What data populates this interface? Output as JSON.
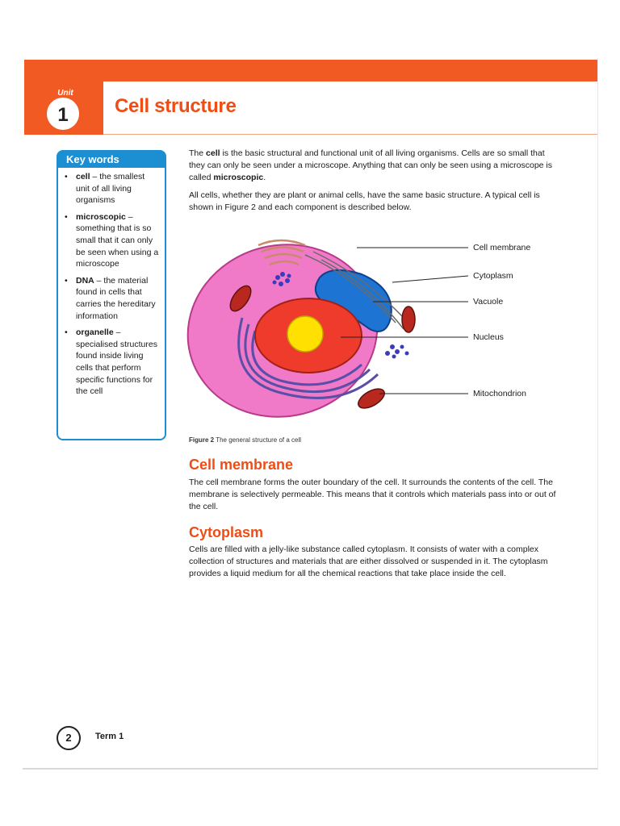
{
  "header": {
    "unit_label": "Unit",
    "unit_number": "1",
    "title": "Cell structure",
    "accent_color": "#f15a22"
  },
  "keywords": {
    "heading": "Key words",
    "items": [
      {
        "term": "cell",
        "definition": " – the smallest unit of all living organisms"
      },
      {
        "term": "microscopic",
        "definition": " – something that is so small that it can only be seen when using a microscope"
      },
      {
        "term": "DNA",
        "definition": " – the material found in cells that carries the hereditary information"
      },
      {
        "term": "organelle",
        "definition": " – specialised structures found inside living cells that perform specific functions for the cell"
      }
    ]
  },
  "intro": {
    "p1_a": "The ",
    "p1_b": "cell",
    "p1_c": " is the basic structural and functional unit of all living organisms. Cells are so small that they can only be seen under a microscope. Anything that can only be seen using a microscope is called ",
    "p1_d": "microscopic",
    "p1_e": ".",
    "p2": "All cells, whether they are plant or animal cells, have the same basic structure. A typical cell is shown in Figure 2 and each component is described below."
  },
  "figure": {
    "labels": [
      "Cell membrane",
      "Cytoplasm",
      "Vacuole",
      "Nucleus",
      "Mitochondrion"
    ],
    "caption_num": "Figure 2",
    "caption_text": "  The general structure of a cell"
  },
  "sections": [
    {
      "heading": "Cell membrane",
      "body": "The cell membrane forms the outer boundary of the cell. It surrounds the contents of the cell. The membrane is selectively permeable. This means that it controls which materials pass into or out of the cell."
    },
    {
      "heading": "Cytoplasm",
      "body": "Cells are filled with a jelly-like substance called cytoplasm. It consists of water with a complex collection of structures and materials that are either dissolved or suspended in it. The cytoplasm provides a liquid medium for all the chemical reactions that take place inside the cell."
    }
  ],
  "footer": {
    "page_number": "2",
    "term": "Term 1"
  }
}
